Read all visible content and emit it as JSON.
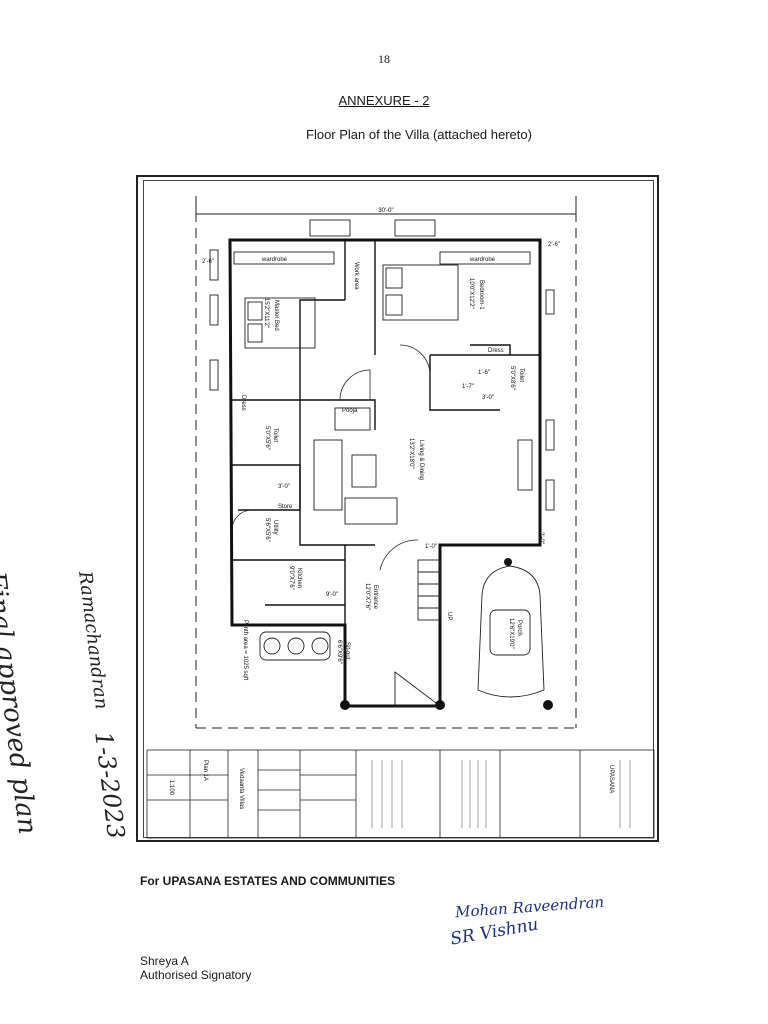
{
  "page": {
    "number": "18",
    "annexure_title": "ANNEXURE - 2",
    "caption": "Floor Plan of the Villa (attached hereto)"
  },
  "plan": {
    "overall_dimension": "30'-0\"",
    "side_dimension_left": "2'-6\"",
    "side_dimension_right": "2'-6\"",
    "rooms": {
      "master_bed": "Master Bed",
      "master_bed_size": "15'2\"X11'2\"",
      "bedroom": "Bedroom-1",
      "bedroom_size": "10'0\"X12'2\"",
      "work_area": "Work area",
      "wardrobe_left": "wardrobe",
      "wardrobe_right": "wardrobe",
      "dress_left": "Dress",
      "dress_right": "Dress",
      "toilet_left": "Toilet",
      "toilet_left_size": "5'0\"X5'6\"",
      "toilet_right": "Toilet",
      "toilet_right_size": "5'0\"X8'6\"",
      "pooja": "Pooja",
      "living_dining": "Living & Dining",
      "living_dining_size": "13'2\"X18'0\"",
      "store": "Store",
      "utility": "Utility",
      "utility_size": "5'6\"X5'6\"",
      "kitchen": "Kitchen",
      "kitchen_size": "9'0\"X7'6\"",
      "sit_out": "Sit-out",
      "sit_out_size": "6'6\"X9'6\"",
      "entrance": "Entrance",
      "entrance_size": "12'0\"X7'6\"",
      "porch": "Porch",
      "porch_size": "12'6\"X19'0\"",
      "plinth_area": "Plinth area = 1025 sqft",
      "dim_1_6": "1'-6\"",
      "dim_1_7": "1'-7\"",
      "dim_3_0": "3'-0\"",
      "dim_3_0_b": "3'-0\"",
      "dim_2_0": "2'-0\"",
      "dim_1_0": "1'-0\"",
      "dim_9_0": "9'-0\"",
      "up_label": "UP"
    },
    "title_block": {
      "project": "Vedaanta Villas",
      "sheet": "Plan 1A",
      "scale": "1:100",
      "company": "UPASANA"
    }
  },
  "annotation": {
    "line1": "Final approved plan",
    "line2": "Ramachandran",
    "date": "1-3-2023"
  },
  "footer": {
    "company_line": "For UPASANA ESTATES AND COMMUNITIES",
    "signature_1": "Mohan Raveendran",
    "signature_2": "SR Vishnu",
    "signatory_name": "Shreya A",
    "signatory_role": "Authorised Signatory"
  }
}
